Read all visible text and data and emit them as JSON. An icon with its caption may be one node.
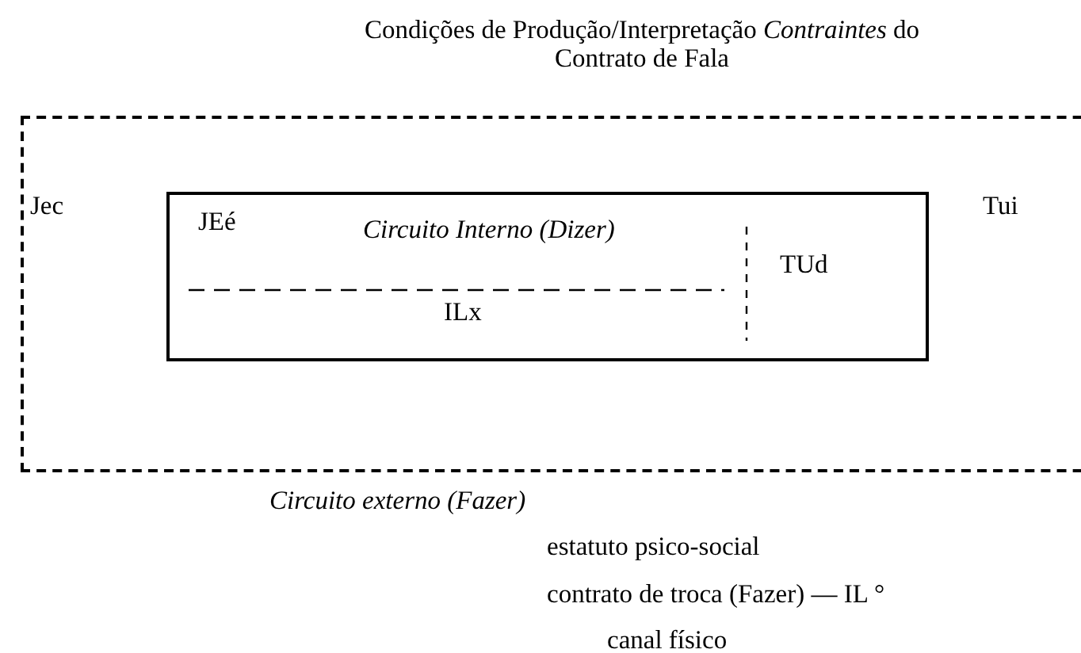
{
  "diagram": {
    "nodes": [
      {
        "text": [
          "Condições de Produção/Interpretação *Contraintes* do Contrato de Fala",
          "Circuito  externo (Fazer)"
        ]
      },
      {
        "text": [
          "Circuito Interno (Dizer)"
        ],
        "in": 0
      }
    ],
    "edges": [],
    "labels": [
      "Jec",
      "Tui",
      "JEé",
      "TUd",
      "ILx",
      "estatuto psico-social",
      "contrato de troca (Fazer) — IL °",
      "canal físico"
    ]
  }
}
